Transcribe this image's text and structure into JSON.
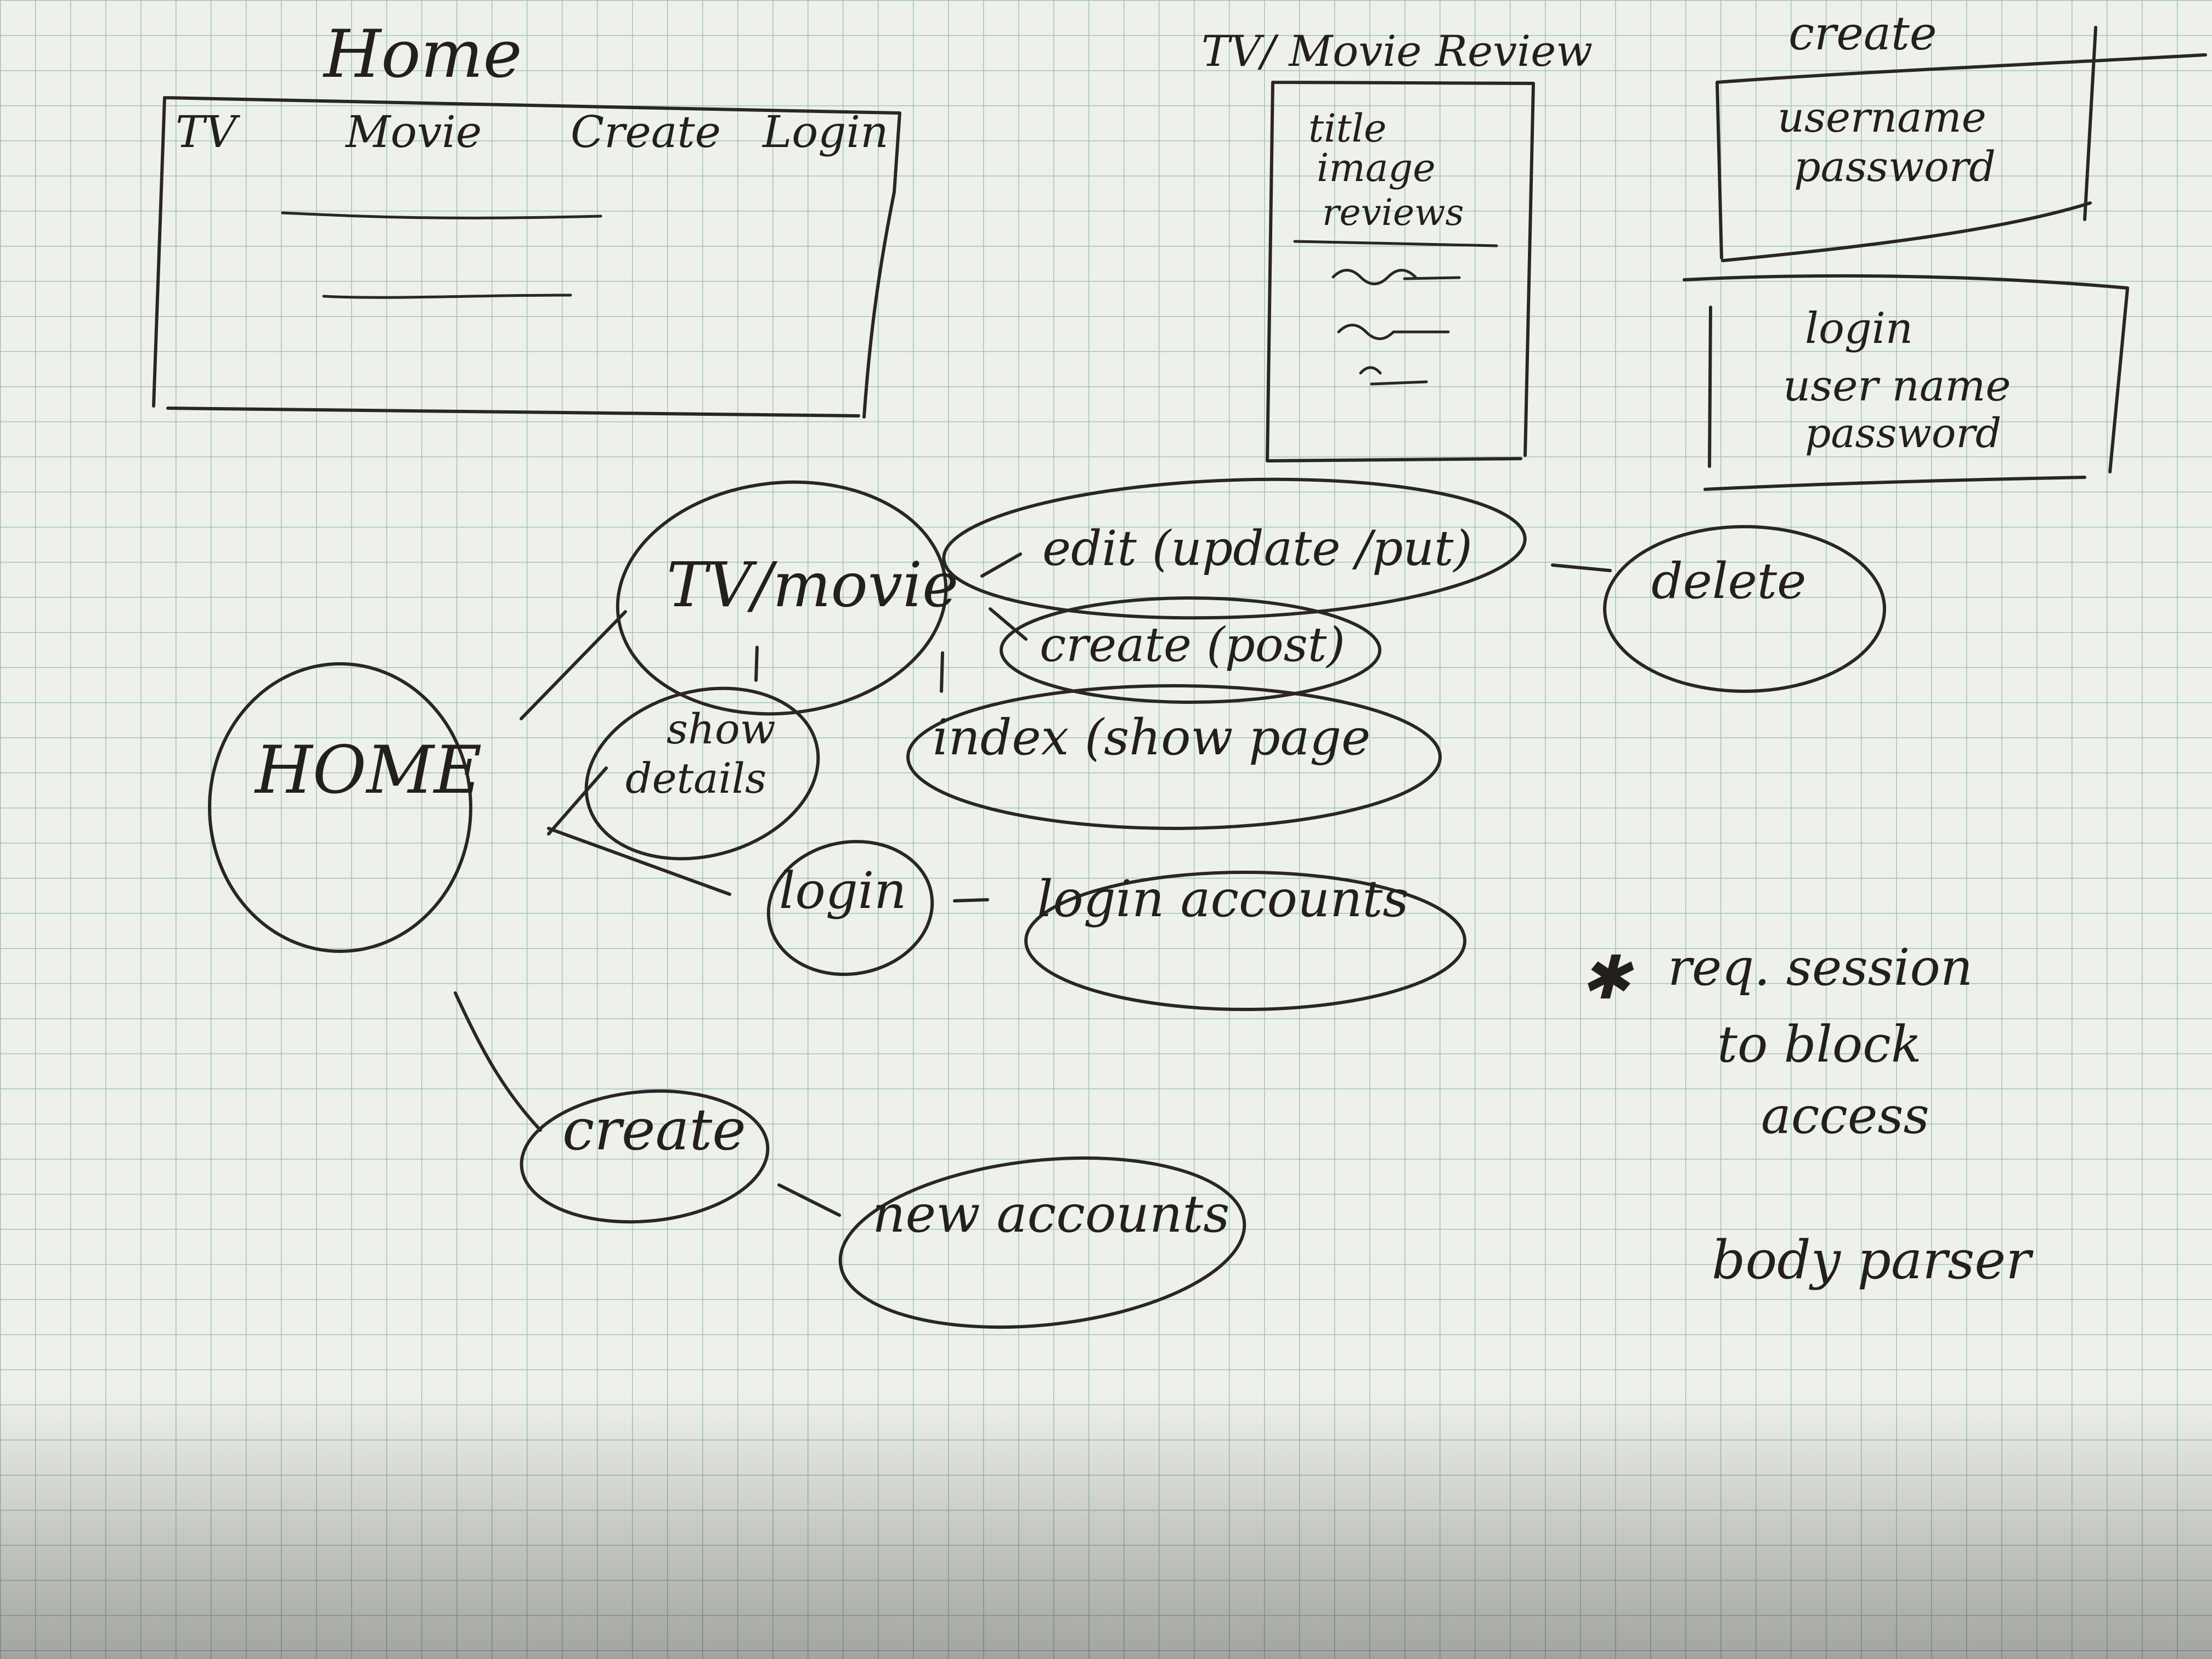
{
  "wireframes": {
    "home": {
      "title": "Home",
      "nav": [
        "TV",
        "Movie",
        "Create",
        "Login"
      ]
    },
    "review": {
      "title": "TV/ Movie Review",
      "fields": [
        "title",
        "image",
        "reviews"
      ]
    },
    "create": {
      "title": "create",
      "fields": [
        "username",
        "password"
      ]
    },
    "login": {
      "fields": [
        "login",
        "user name",
        "password"
      ]
    }
  },
  "flow": {
    "home": "HOME",
    "tv_movie": "TV/movie",
    "edit": "edit (update /put)",
    "create_post": "create (post)",
    "delete": "delete",
    "show_details_1": "show",
    "show_details_2": "details",
    "index": "index (show page",
    "login": "login",
    "login_accounts": "login accounts",
    "create": "create",
    "new_accounts": "new accounts"
  },
  "notes": {
    "star": "✱",
    "session_1": "req. session",
    "session_2": "to block",
    "session_3": "access",
    "body_parser": "body parser"
  },
  "colors": {
    "paper": "#eef1ea",
    "grid": "#9fc2c8",
    "ink": "#2a2624"
  }
}
